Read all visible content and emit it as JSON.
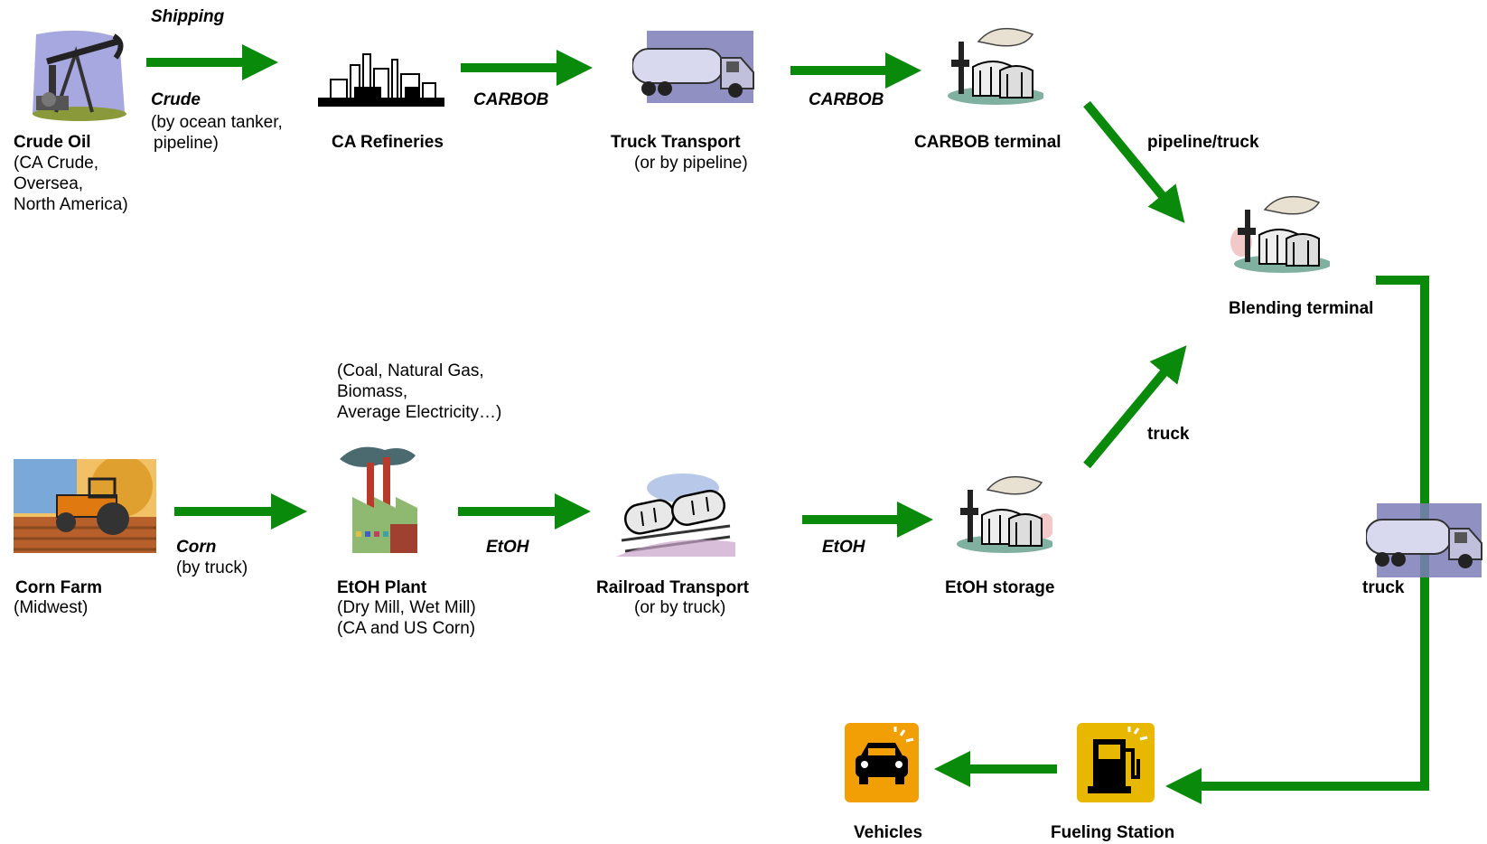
{
  "colors": {
    "arrow": "#0a8a0a",
    "icon_tile": "#f29f05",
    "fuel_tile": "#e8b800"
  },
  "nodes": {
    "crude_oil": {
      "title": "Crude Oil",
      "sub": [
        "(CA Crude,",
        "Oversea,",
        "North America)"
      ],
      "icon": "oil-pumpjack-icon"
    },
    "ca_refineries": {
      "title": "CA Refineries",
      "icon": "refinery-icon"
    },
    "truck_transport": {
      "title": "Truck Transport",
      "sub": [
        "(or by pipeline)"
      ],
      "icon": "tanker-truck-icon"
    },
    "carbob_terminal": {
      "title": "CARBOB terminal",
      "icon": "storage-terminal-icon"
    },
    "blending_terminal": {
      "title": "Blending terminal",
      "icon": "storage-terminal-icon"
    },
    "corn_farm": {
      "title": "Corn Farm",
      "sub": [
        "(Midwest)"
      ],
      "icon": "tractor-icon"
    },
    "etoh_plant": {
      "title": "EtOH Plant",
      "sub": [
        "(Dry Mill, Wet Mill)",
        "(CA and US Corn)"
      ],
      "note": [
        "(Coal, Natural Gas,",
        "Biomass,",
        "Average Electricity…)"
      ],
      "icon": "factory-icon"
    },
    "railroad_transport": {
      "title": "Railroad Transport",
      "sub": [
        "(or by truck)"
      ],
      "icon": "rail-tanker-icon"
    },
    "etoh_storage": {
      "title": "EtOH storage",
      "icon": "storage-terminal-icon"
    },
    "fueling_station": {
      "title": "Fueling Station",
      "icon": "fuel-pump-icon"
    },
    "vehicles": {
      "title": "Vehicles",
      "icon": "car-icon"
    }
  },
  "edges": {
    "shipping": {
      "label": "Shipping"
    },
    "crude": {
      "label": "Crude",
      "sub": [
        "(by ocean tanker,",
        "pipeline)"
      ]
    },
    "carbob_1": {
      "label": "CARBOB"
    },
    "carbob_2": {
      "label": "CARBOB"
    },
    "pipeline_truck": {
      "label": "pipeline/truck"
    },
    "corn": {
      "label": "Corn",
      "sub": [
        "(by truck)"
      ]
    },
    "etoh_1": {
      "label": "EtOH"
    },
    "etoh_2": {
      "label": "EtOH"
    },
    "truck_up": {
      "label": "truck"
    },
    "truck_down": {
      "label": "truck"
    }
  }
}
